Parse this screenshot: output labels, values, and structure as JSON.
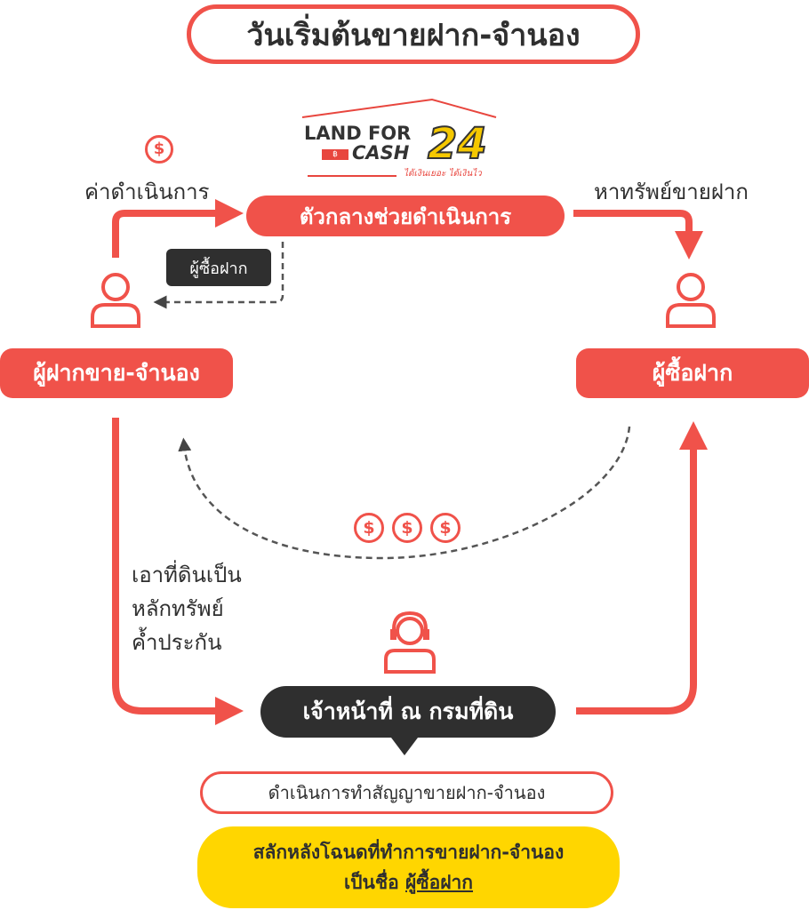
{
  "title": "วันเริ่มต้นขายฝาก-จำนอง",
  "logo": {
    "line1": "LAND FOR",
    "line2": "CASH",
    "number": "24",
    "tagline": "ได้เงินเยอะ ได้เงินไว",
    "currency": "฿"
  },
  "fee_label": "ค่าดำเนินการ",
  "middleman": "ตัวกลางช่วยดำเนินการ",
  "find_asset": "หาทรัพย์ขายฝาก",
  "buyer_tag": "ผู้ซื้อฝาก",
  "seller": "ผู้ฝากขาย-จำนอง",
  "buyer": "ผู้ซื้อฝาก",
  "collateral_lines": [
    "เอาที่ดินเป็น",
    "หลักทรัพย์",
    "ค้ำประกัน"
  ],
  "officer": "เจ้าหน้าที่ ณ กรมที่ดิน",
  "contract": "ดำเนินการทำสัญญาขายฝาก-จำนอง",
  "deed_line1": "สลักหลังโฉนดที่ทำการขายฝาก-จำนอง",
  "deed_prefix": "เป็นชื่อ",
  "deed_name": "ผู้ซื้อฝาก",
  "dollar_symbol": "$",
  "colors": {
    "accent": "#f0524a",
    "dark": "#2f2f2f",
    "yellow": "#ffd600"
  }
}
